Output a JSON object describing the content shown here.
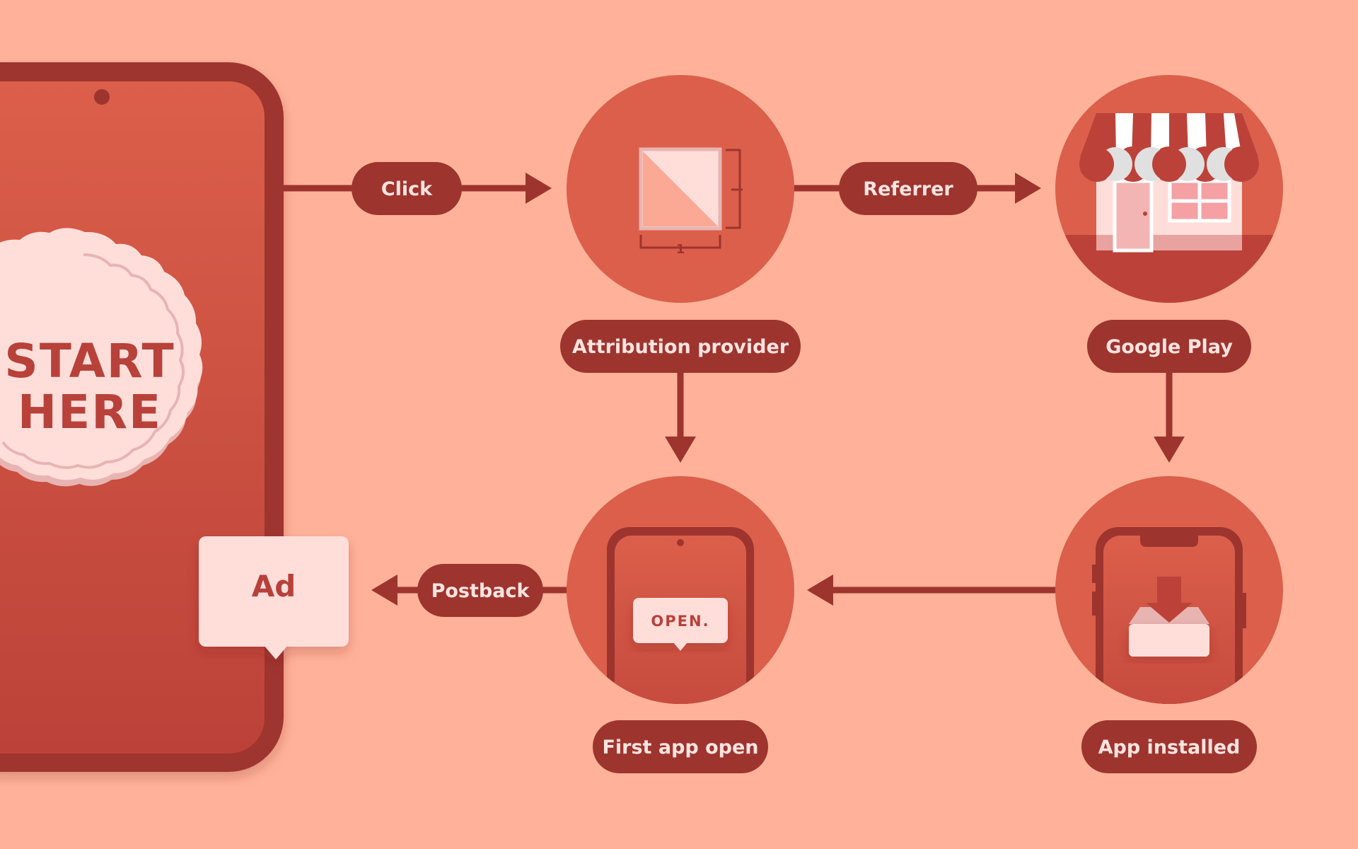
{
  "start_badge": {
    "line1": "START",
    "line2": "HERE"
  },
  "ad_card": {
    "label": "Ad"
  },
  "edges": {
    "click": "Click",
    "referrer": "Referrer",
    "postback": "Postback"
  },
  "nodes": {
    "attribution_provider": "Attribution provider",
    "google_play": "Google Play",
    "first_app_open": "First app open",
    "app_installed": "App installed"
  },
  "icons": {
    "attribution": "ruler-square-icon",
    "store": "storefront-icon",
    "open_phone": "phone-open-icon",
    "install_phone": "phone-download-icon"
  },
  "open_bubble": "OPEN.",
  "dimension_label": "1",
  "colors": {
    "background": "#FFB299",
    "dark": "#9E342E",
    "medium": "#DB5F4A",
    "light": "#FFDEDA"
  }
}
